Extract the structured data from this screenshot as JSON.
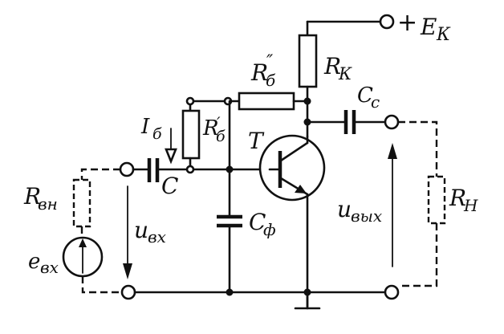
{
  "diagram": {
    "title": "",
    "labels": {
      "supply_label": "E",
      "supply_sub": "К",
      "supply_sign": "+",
      "rk_main": "R",
      "rk_sub": "К",
      "rb2_main": "R",
      "rb2_sub": "б",
      "rb2_mark": "″",
      "rb1_main": "R",
      "rb1_sub": "б",
      "rb1_mark": "′",
      "ib_main": "I",
      "ib_sub": "б",
      "transistor_label": "T",
      "cc_main": "C",
      "cc_sub": "с",
      "cin_label": "C",
      "cf_main": "C",
      "cf_sub": "ф",
      "rvn_main": "R",
      "rvn_sub": "вн",
      "evx_main": "e",
      "evx_sub": "вх",
      "uvx_main": "u",
      "uvx_sub": "вх",
      "uvyx_main": "u",
      "uvyx_sub": "вых",
      "rn_main": "R",
      "rn_sub": "Н"
    }
  }
}
